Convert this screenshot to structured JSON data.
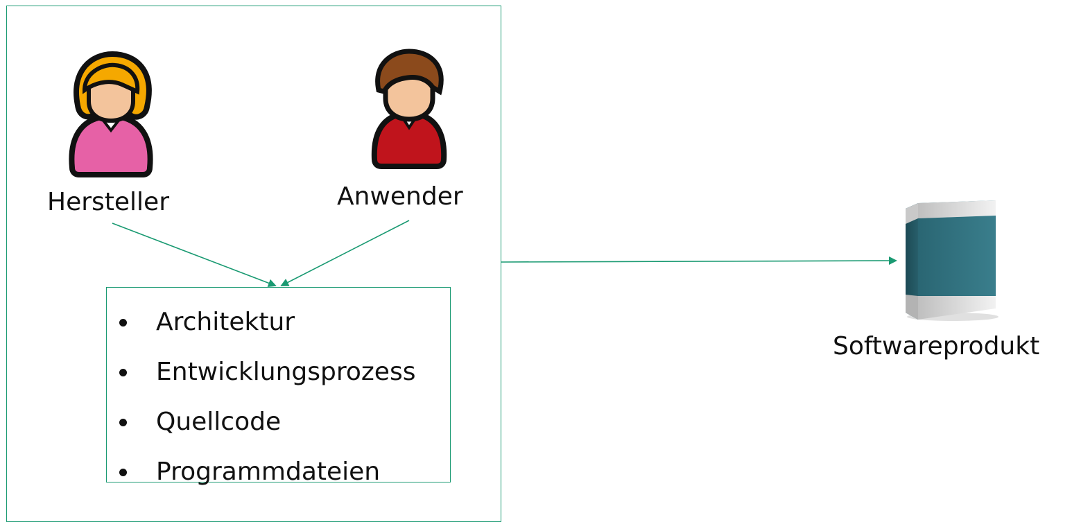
{
  "diagram": {
    "manufacturer_label": "Hersteller",
    "user_label": "Anwender",
    "artifacts": [
      "Architektur",
      "Entwicklungsprozess",
      "Quellcode",
      "Programmdateien"
    ],
    "product_label": "Softwareprodukt"
  },
  "colors": {
    "connector": "#1a9a72",
    "manufacturer_hair": "#f5a800",
    "manufacturer_shirt": "#e661a6",
    "user_hair": "#8b4a1c",
    "user_shirt": "#c0141c",
    "skin": "#f3c49c",
    "box_teal": "#2e6f7d"
  },
  "icons": {
    "manufacturer": "person-female-icon",
    "user": "person-male-icon",
    "product": "software-box-icon"
  }
}
